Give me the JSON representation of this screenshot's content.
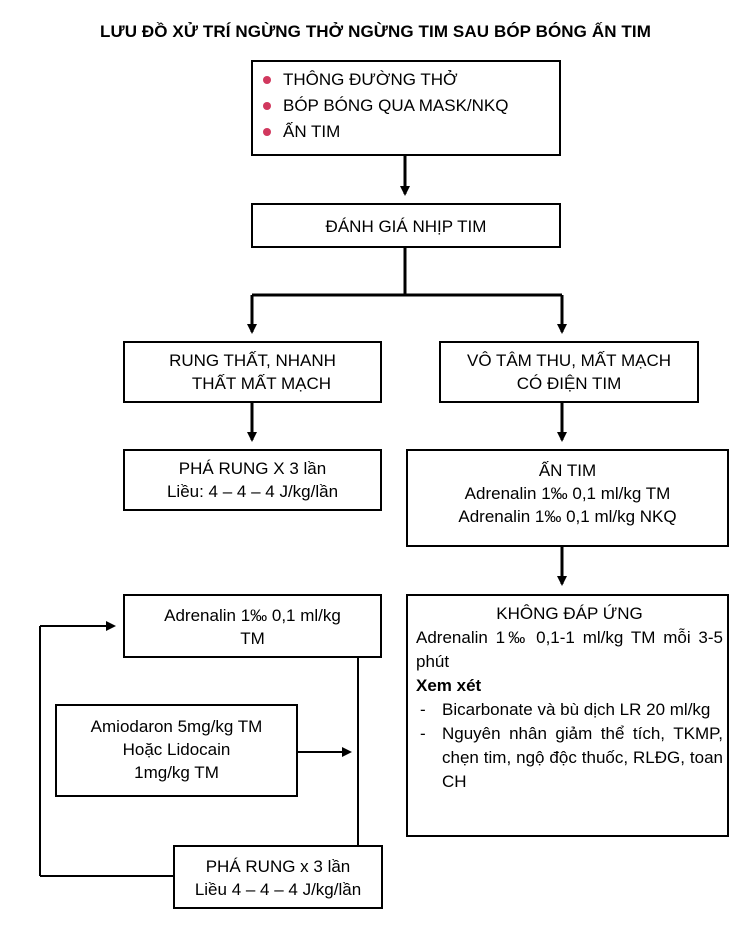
{
  "title": "LƯU ĐỒ XỬ TRÍ NGỪNG THỞ NGỪNG TIM SAU BÓP BÓNG ẤN TIM",
  "top_box": {
    "items": [
      "THÔNG ĐƯỜNG THỞ",
      "BÓP BÓNG QUA MASK/NKQ",
      "ẤN TIM"
    ],
    "bullet_color": "#d1385e"
  },
  "assess_box": {
    "text": "ĐÁNH GIÁ NHỊP TIM"
  },
  "left_branch": {
    "line1": "RUNG THẤT, NHANH",
    "line2": "THẤT MẤT MẠCH"
  },
  "right_branch": {
    "line1": "VÔ TÂM THU, MẤT MẠCH",
    "line2": "CÓ ĐIỆN TIM"
  },
  "defib_box": {
    "line1": "PHÁ RUNG X 3 lần",
    "line2": "Liều: 4 – 4 – 4 J/kg/lần"
  },
  "cpr_box": {
    "line1": "ẤN TIM",
    "line2": "Adrenalin 1‰ 0,1 ml/kg TM",
    "line3": "Adrenalin 1‰ 0,1 ml/kg NKQ"
  },
  "adrenalin_box": {
    "line1": "Adrenalin 1‰ 0,1 ml/kg",
    "line2": "TM"
  },
  "amiodaron_box": {
    "line1": "Amiodaron 5mg/kg TM",
    "line2": "Hoặc Lidocain",
    "line3": "1mg/kg TM"
  },
  "defib2_box": {
    "line1": "PHÁ RUNG x 3 lần",
    "line2": "Liều 4 – 4 – 4 J/kg/lần"
  },
  "noresponse_box": {
    "heading": "KHÔNG ĐÁP ỨNG",
    "line1": "Adrenalin 1‰ 0,1-1 ml/kg TM mỗi 3-5 phút",
    "consider": "Xem xét",
    "items": [
      "Bicarbonate và bù dịch LR 20 ml/kg",
      "Nguyên nhân giảm thể tích, TKMP, chẹn tim, ngộ độc thuốc, RLĐG, toan CH"
    ],
    "dash": "-"
  }
}
